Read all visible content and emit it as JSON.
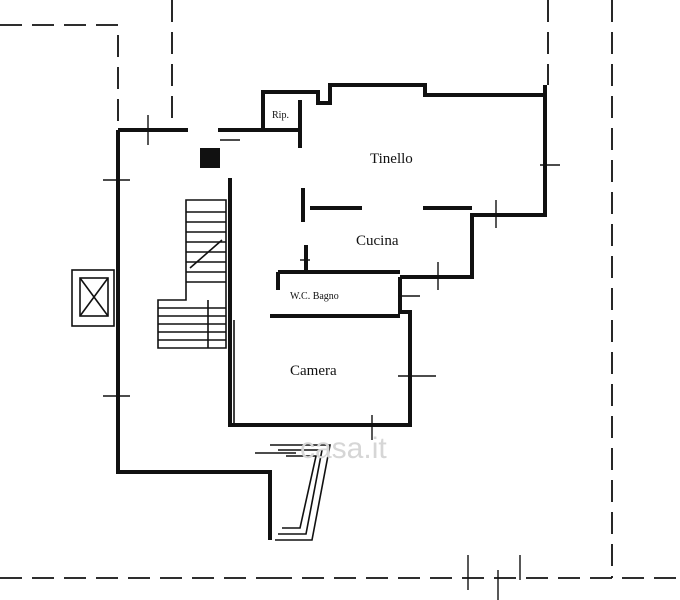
{
  "rooms": {
    "ripostiglio": "Rip.",
    "tinello": "Tinello",
    "cucina": "Cucina",
    "wc": "W.C. Bagno",
    "camera": "Camera"
  },
  "watermark": "casa.it"
}
